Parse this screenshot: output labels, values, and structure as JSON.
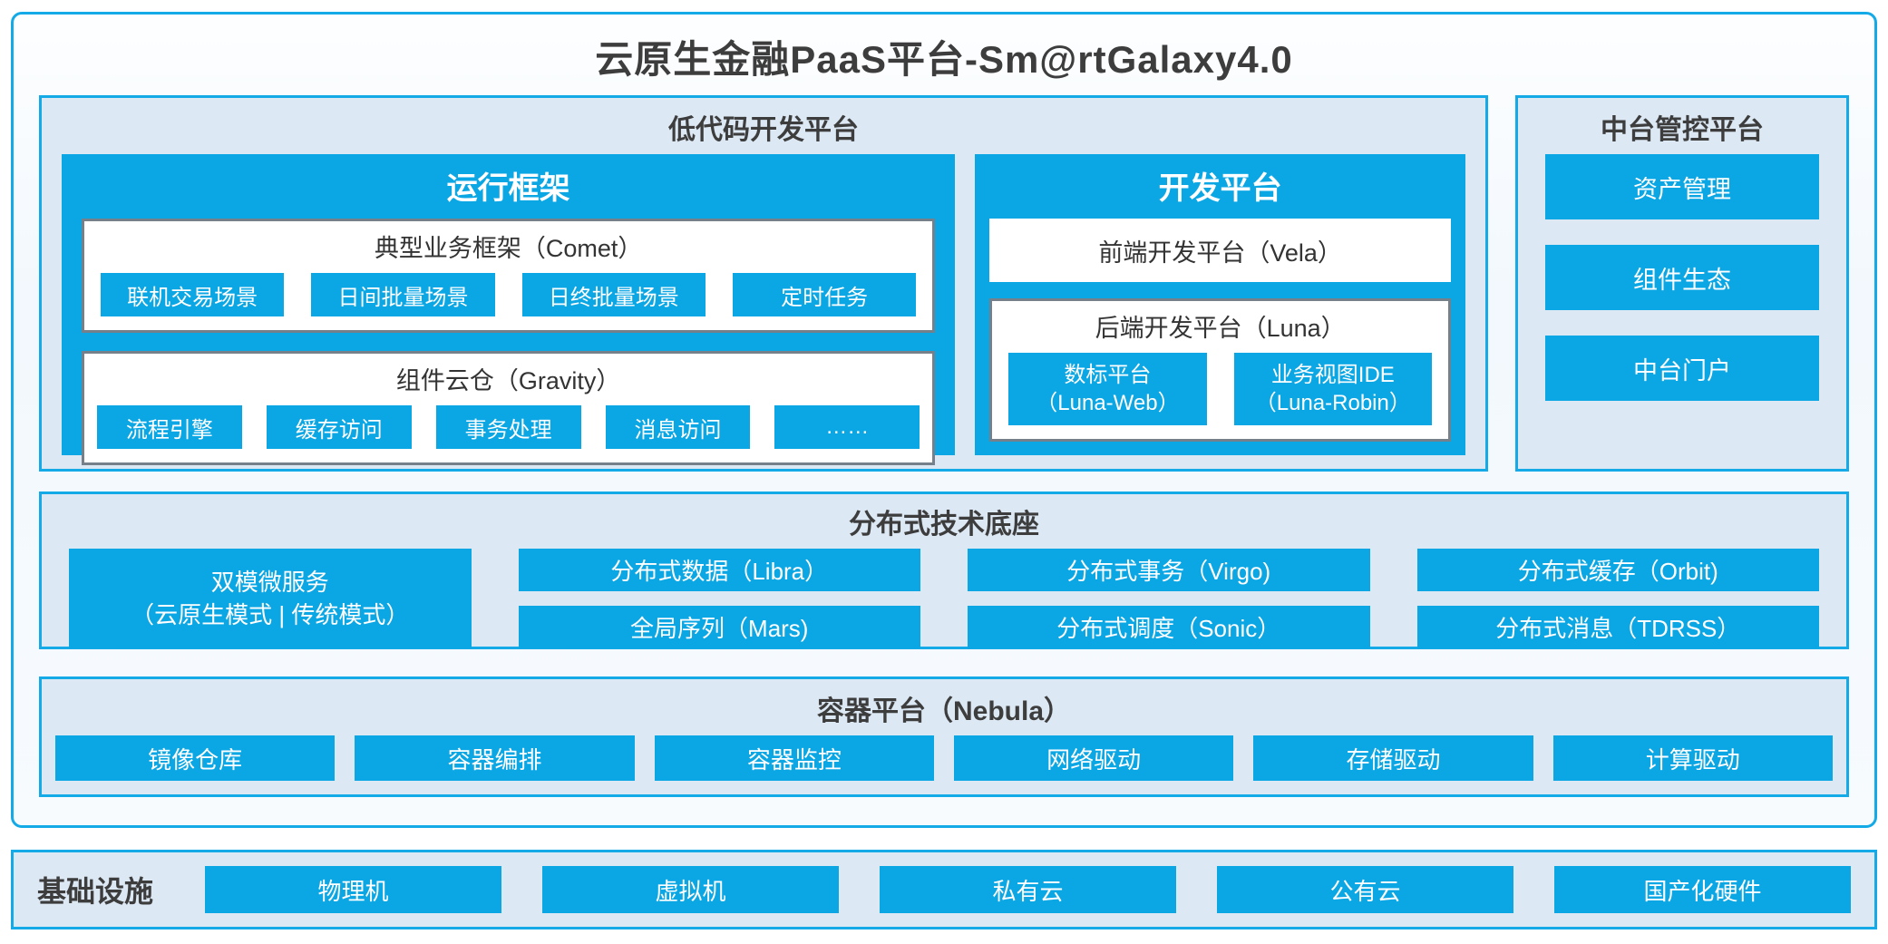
{
  "title": "云原生金融PaaS平台-Sm@rtGalaxy4.0",
  "colors": {
    "accent_blue": "#0ba6e4",
    "section_bg": "#dce8f4",
    "dark_text": "#3d3d3d",
    "gray_box_border": "#75808a",
    "white": "#ffffff"
  },
  "lowcode": {
    "title": "低代码开发平台",
    "runtime": {
      "title": "运行框架",
      "comet": {
        "title": "典型业务框架（Comet）",
        "items": [
          "联机交易场景",
          "日间批量场景",
          "日终批量场景",
          "定时任务"
        ]
      },
      "gravity": {
        "title": "组件云仓（Gravity）",
        "items": [
          "流程引擎",
          "缓存访问",
          "事务处理",
          "消息访问",
          "……"
        ]
      }
    },
    "dev": {
      "title": "开发平台",
      "vela": "前端开发平台（Vela）",
      "luna": {
        "title": "后端开发平台（Luna）",
        "items": [
          {
            "line1": "数标平台",
            "line2": "（Luna-Web）"
          },
          {
            "line1": "业务视图IDE",
            "line2": "（Luna-Robin）"
          }
        ]
      }
    }
  },
  "middle_office": {
    "title": "中台管控平台",
    "items": [
      "资产管理",
      "组件生态",
      "中台门户"
    ]
  },
  "distributed": {
    "title": "分布式技术底座",
    "dual_mode": {
      "line1": "双模微服务",
      "line2": "（云原生模式 | 传统模式）"
    },
    "columns": [
      [
        "分布式数据（Libra）",
        "全局序列（Mars)"
      ],
      [
        "分布式事务（Virgo)",
        "分布式调度（Sonic）"
      ],
      [
        "分布式缓存（Orbit)",
        "分布式消息（TDRSS）"
      ]
    ]
  },
  "container_platform": {
    "title": "容器平台（Nebula）",
    "items": [
      "镜像仓库",
      "容器编排",
      "容器监控",
      "网络驱动",
      "存储驱动",
      "计算驱动"
    ]
  },
  "infrastructure": {
    "title": "基础设施",
    "items": [
      "物理机",
      "虚拟机",
      "私有云",
      "公有云",
      "国产化硬件"
    ]
  }
}
